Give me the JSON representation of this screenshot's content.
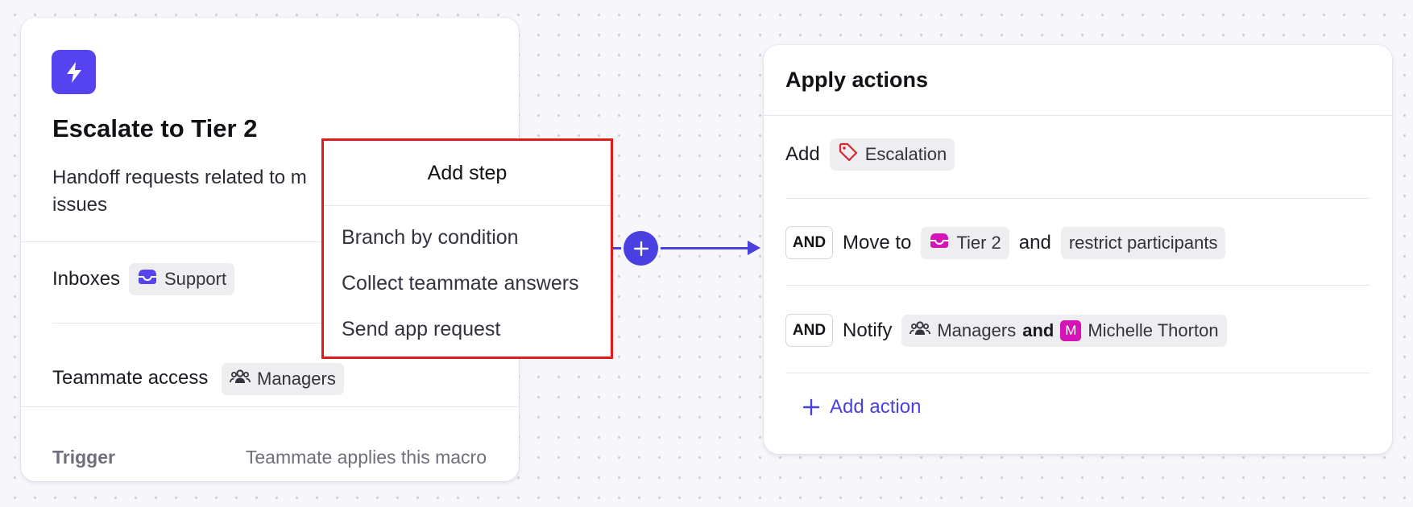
{
  "macro_card": {
    "title": "Escalate to Tier 2",
    "description": "Handoff requests related to m",
    "description_line2": "issues",
    "inboxes_label": "Inboxes",
    "inbox_value": "Support",
    "teammate_access_label": "Teammate access",
    "teammate_access_value": "Managers",
    "trigger_label": "Trigger",
    "trigger_value": "Teammate applies this macro"
  },
  "add_step_menu": {
    "title": "Add step",
    "items": [
      {
        "label": "Branch by condition"
      },
      {
        "label": "Collect teammate answers"
      },
      {
        "label": "Send app request"
      }
    ]
  },
  "actions_card": {
    "title": "Apply actions",
    "rows": [
      {
        "verb": "Add",
        "tag": "Escalation"
      },
      {
        "conjunction": "AND",
        "verb": "Move to",
        "inbox": "Tier 2",
        "joiner": "and",
        "option": "restrict participants"
      },
      {
        "conjunction": "AND",
        "verb": "Notify",
        "team": "Managers",
        "joiner": "and",
        "avatar_initial": "M",
        "person": "Michelle Thorton"
      }
    ],
    "add_action_label": "Add action"
  },
  "colors": {
    "accent": "#4a3fe0",
    "tile": "#5443ee",
    "magenta": "#d414b6",
    "tag_red": "#d7262f",
    "menu_border": "#e3191c"
  },
  "icons": {
    "macro": "lightning-bolt-icon",
    "inbox": "inbox-tray-icon",
    "team": "people-icon",
    "tag": "tag-icon",
    "add": "plus-icon"
  }
}
